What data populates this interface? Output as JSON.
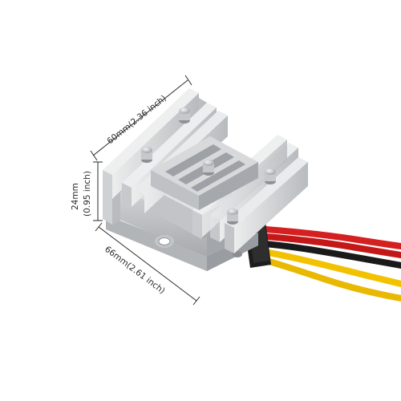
{
  "product": {
    "name": "",
    "icon": "dc-dc-converter-module"
  },
  "dimensions": {
    "length_label": "66mm(2.61 inch)",
    "width_label": "60mm(2.36 inch)",
    "height_mm_label": "24mm",
    "height_in_label": "(0.95 inch)"
  },
  "colors": {
    "background": "#ffffff",
    "housing": "#c9cbcd",
    "wire_red": "#d42020",
    "wire_black": "#1a1a1a",
    "wire_yellow": "#f2c200"
  }
}
